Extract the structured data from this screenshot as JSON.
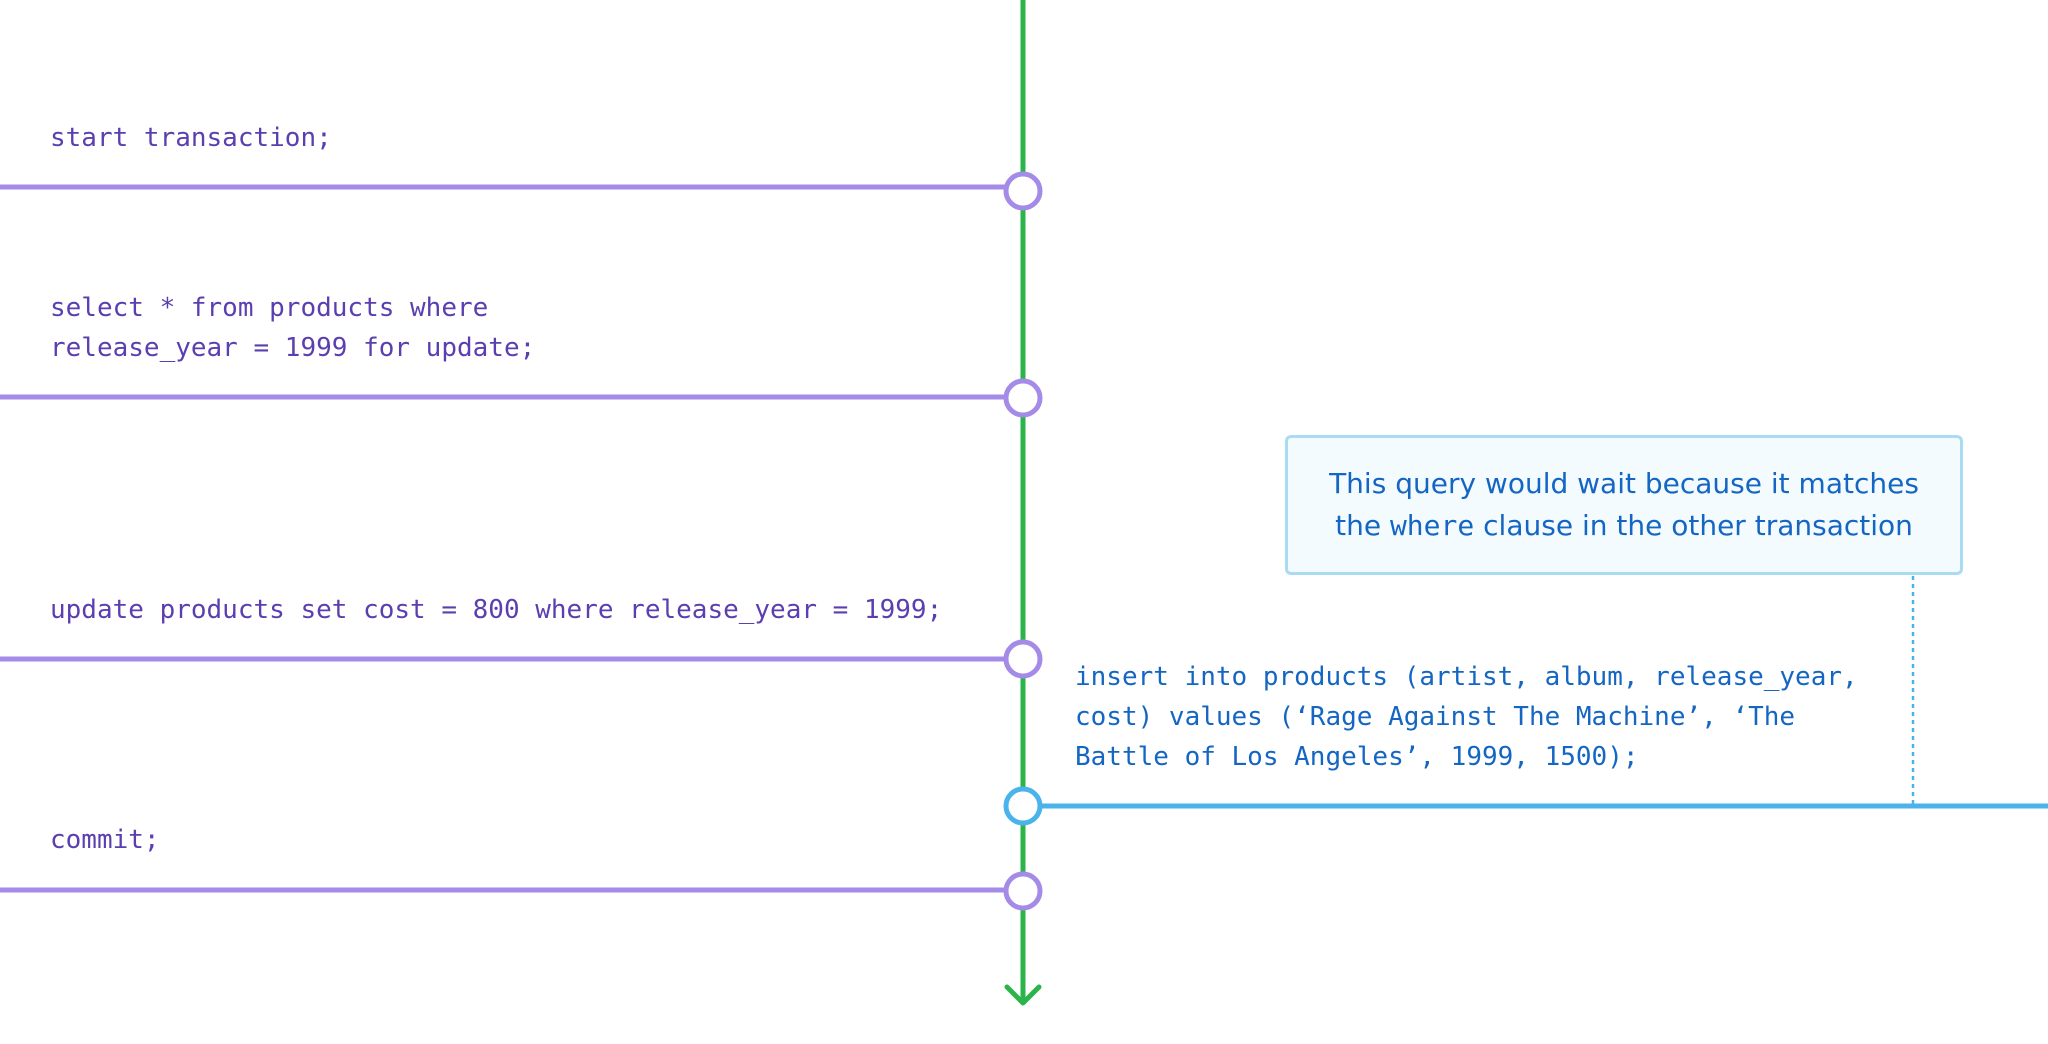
{
  "colors": {
    "timeline": "#2bb44a",
    "left_transaction": "#a48be8",
    "left_text": "#5b3fb0",
    "right_transaction": "#4ab3ec",
    "right_text": "#1466c2",
    "callout_border": "#a9dcf2",
    "callout_fill": "#f4fbfe",
    "node_fill": "#ffffff"
  },
  "left_statements": [
    {
      "lines": [
        "start transaction;"
      ]
    },
    {
      "lines": [
        "select * from products where",
        "release_year = 1999 for update;"
      ]
    },
    {
      "lines": [
        "update products set cost = 800 where release_year = 1999;"
      ]
    },
    {
      "lines": [
        "commit;"
      ]
    }
  ],
  "right_statements": [
    {
      "lines": [
        "insert into products (artist, album, release_year,",
        "cost) values (‘Rage Against The Machine’, ‘The",
        "Battle of Los Angeles’, 1999, 1500);"
      ]
    }
  ],
  "callout": {
    "line1": "This query would wait because it matches",
    "line2_before": "the ",
    "line2_code": "where",
    "line2_after": " clause in the other transaction"
  }
}
